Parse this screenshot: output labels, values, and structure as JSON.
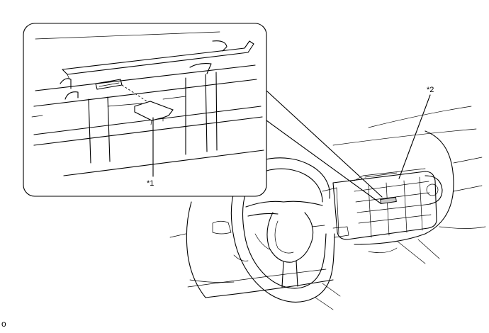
{
  "callouts": {
    "part1": "*1",
    "part2": "*2"
  },
  "figure_mark": "o"
}
